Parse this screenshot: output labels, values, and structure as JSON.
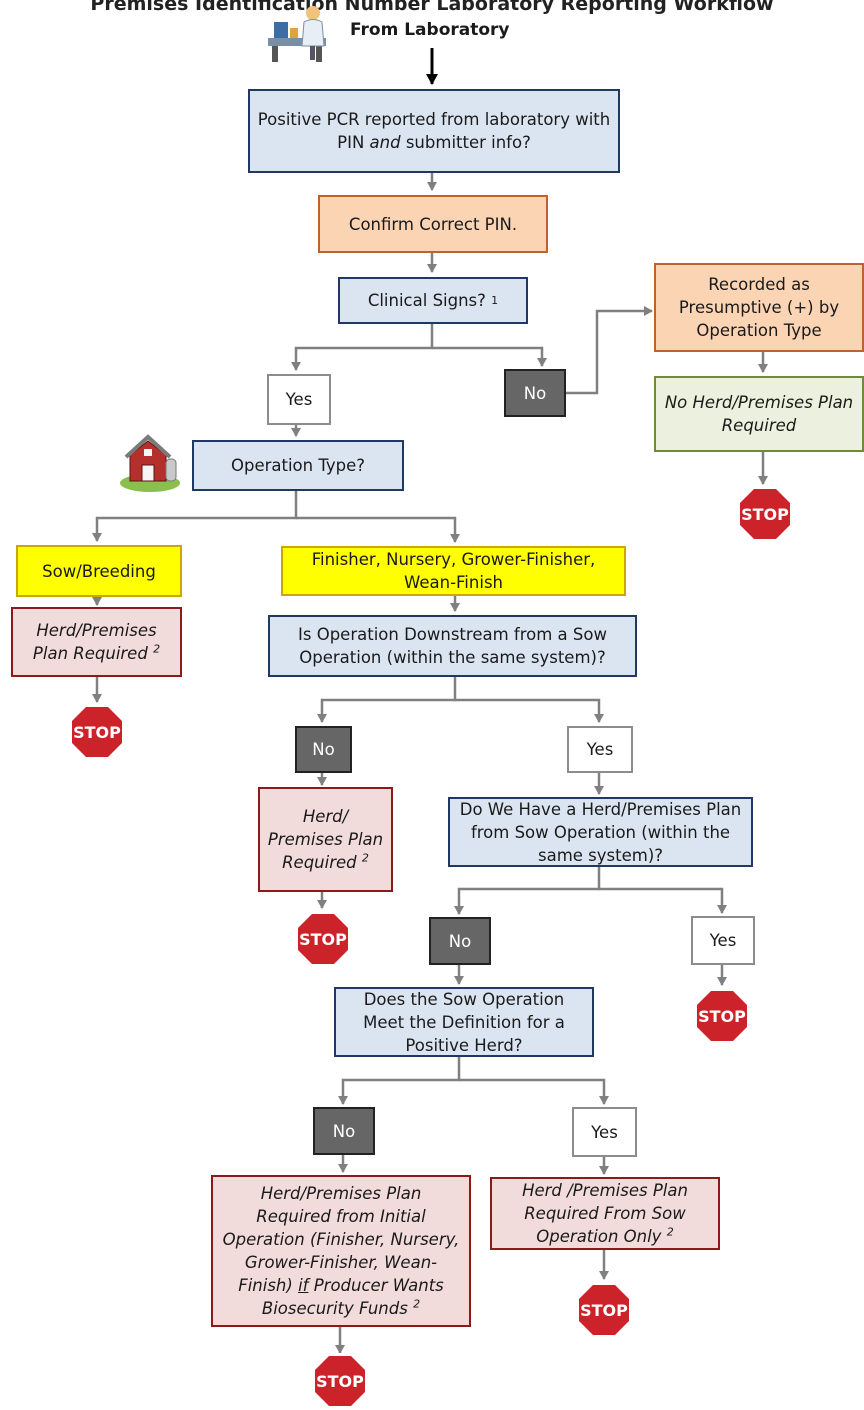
{
  "title": "Premises Identification Number Laboratory Reporting Workflow",
  "from_laboratory": "From Laboratory",
  "boxes": {
    "positive_pcr": {
      "pre": "Positive PCR reported from laboratory with PIN ",
      "em": "and",
      "post": " submitter info?"
    },
    "confirm_pin": "Confirm Correct PIN.",
    "clinical_signs": "Clinical Signs?",
    "clinical_signs_note": "1",
    "yes": "Yes",
    "no": "No",
    "recorded_presumptive": "Recorded as Presumptive (+) by Operation Type",
    "no_plan_required": "No Herd/Premises Plan Required",
    "operation_type": "Operation Type?",
    "sow_breeding": "Sow/Breeding",
    "finisher_types": "Finisher, Nursery, Grower-Finisher, Wean-Finish",
    "plan_required_sow": "Herd/Premises Plan Required",
    "plan_required_sow_note": "2",
    "downstream_question": "Is Operation Downstream from a Sow Operation (within the same system)?",
    "plan_required_downstream": "Herd/ Premises Plan Required",
    "plan_required_downstream_note": "2",
    "have_sow_plan": "Do We Have a Herd/Premises Plan from Sow Operation (within the same system)?",
    "positive_herd_question": "Does the Sow Operation Meet the Definition for a Positive Herd?",
    "initial_operation_plan": {
      "pre": "Herd/Premises Plan Required from Initial Operation (Finisher, Nursery, Grower-Finisher, Wean-Finish) ",
      "u": "if",
      "post": " Producer Wants Biosecurity Funds"
    },
    "initial_operation_plan_note": "2",
    "sow_only_plan": "Herd /Premises Plan Required From Sow Operation Only",
    "sow_only_plan_note": "2",
    "stop": "STOP"
  },
  "icons": {
    "lab": "laboratory-worker-icon",
    "farm": "barn-icon",
    "stop": "stop-sign-icon"
  },
  "colors": {
    "blue_fill": "#dbe5f1",
    "orange_fill": "#fbd4b4",
    "green_fill": "#ebf1de",
    "pink_fill": "#f2dcdb",
    "yellow_fill": "#ffff00",
    "no_fill": "#666666",
    "stop_red": "#cc2229",
    "connector": "#808080"
  }
}
